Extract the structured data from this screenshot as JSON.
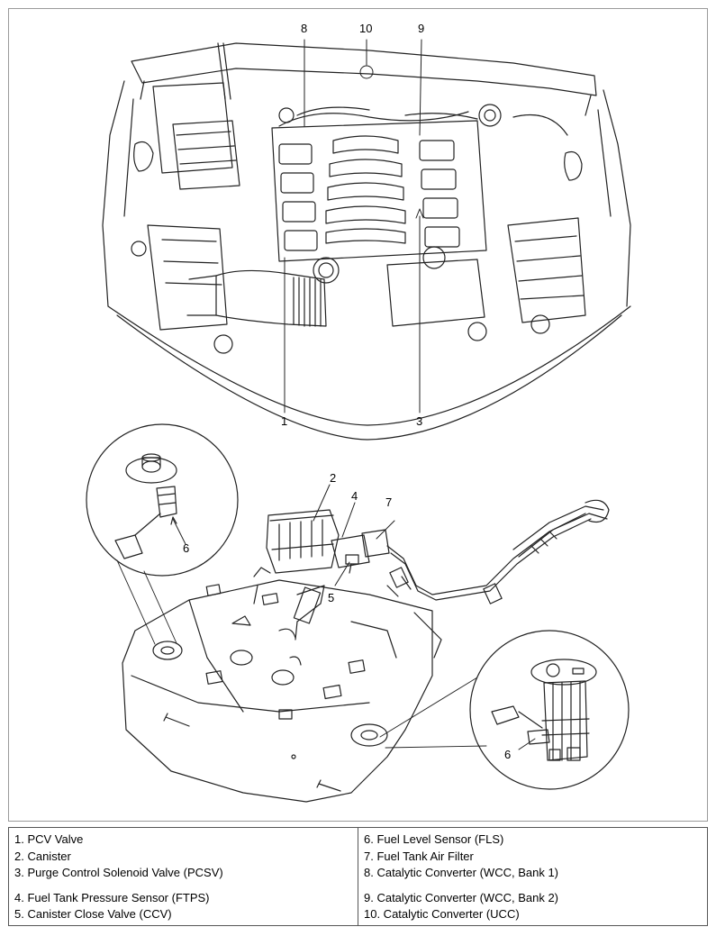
{
  "callouts": [
    {
      "id": "c1",
      "text": "1"
    },
    {
      "id": "c2",
      "text": "2"
    },
    {
      "id": "c3",
      "text": "3"
    },
    {
      "id": "c4",
      "text": "4"
    },
    {
      "id": "c5",
      "text": "5"
    },
    {
      "id": "c6a",
      "text": "6"
    },
    {
      "id": "c6b",
      "text": "6"
    },
    {
      "id": "c7",
      "text": "7"
    },
    {
      "id": "c8",
      "text": "8"
    },
    {
      "id": "c9",
      "text": "9"
    },
    {
      "id": "c10",
      "text": "10"
    }
  ],
  "legend": {
    "left": [
      "1. PCV Valve",
      "2. Canister",
      "3. Purge Control Solenoid Valve (PCSV)",
      "4. Fuel Tank Pressure Sensor (FTPS)",
      "5. Canister Close Valve (CCV)"
    ],
    "right": [
      "6. Fuel Level Sensor (FLS)",
      "7. Fuel Tank Air Filter",
      "8. Catalytic Converter (WCC, Bank 1)",
      "9. Catalytic Converter (WCC, Bank 2)",
      "10. Catalytic Converter (UCC)"
    ]
  }
}
